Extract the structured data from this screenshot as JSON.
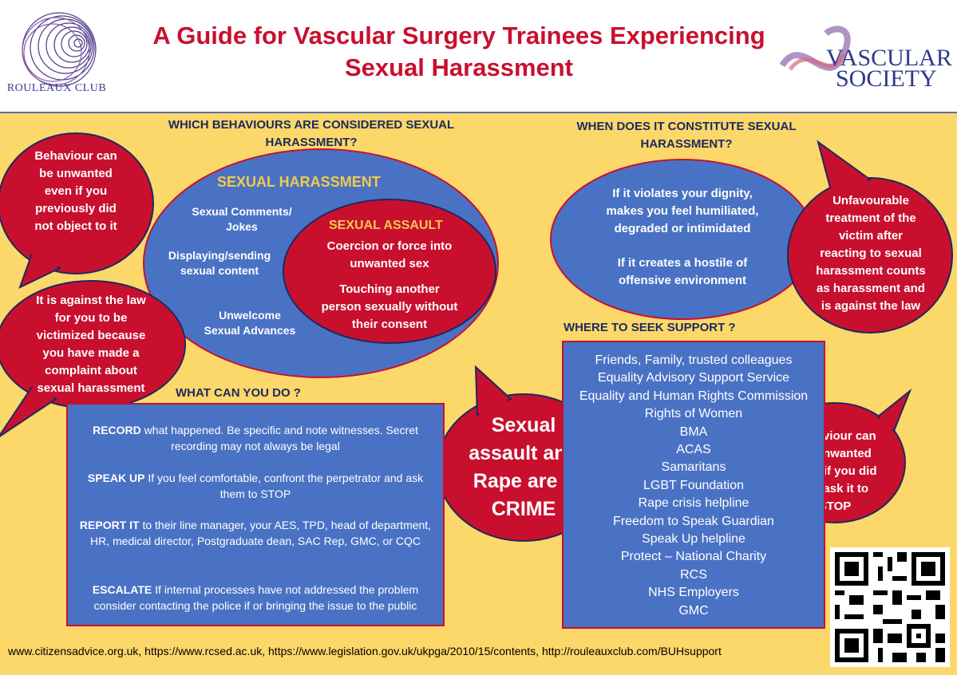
{
  "header": {
    "title_line1": "A Guide for Vascular Surgery Trainees Experiencing",
    "title_line2": "Sexual Harassment",
    "left_logo": "ROULEAUX CLUB",
    "right_logo_line1": "VASCULAR",
    "right_logo_line2": "SOCIETY"
  },
  "behaviours": {
    "heading_line1": "WHICH BEHAVIOURS ARE CONSIDERED SEXUAL",
    "heading_line2": "HARASSMENT?",
    "outer_label": "SEXUAL HARASSMENT",
    "items": [
      "Sexual Comments/",
      "Jokes",
      "Displaying/sending",
      "sexual content",
      "Unwelcome",
      "Sexual Advances"
    ],
    "inner_label": "SEXUAL ASSAULT",
    "inner_items": [
      "Coercion or force into",
      "unwanted sex",
      "Touching another",
      "person sexually without",
      "their consent"
    ]
  },
  "when": {
    "heading_line1": "WHEN DOES IT CONSTITUTE SEXUAL",
    "heading_line2": "HARASSMENT?",
    "lines": [
      "If it violates your dignity,",
      "makes you feel humiliated,",
      "degraded or intimidated",
      "If it creates a hostile of",
      "offensive environment"
    ]
  },
  "bubbles": {
    "b1": [
      "Behaviour can",
      "be unwanted",
      "even if you",
      "previously did",
      "not object to it"
    ],
    "b2": [
      "It is against the law",
      "for you  to be",
      "victimized because",
      "you have made a",
      "complaint about",
      "sexual harassment"
    ],
    "b3": [
      "Unfavourable",
      "treatment of the",
      "victim after",
      "reacting to sexual",
      "harassment counts",
      "as harassment and",
      "is against the law"
    ],
    "b4": [
      "Behaviour can",
      "be unwanted",
      "even if you did",
      "not ask it to",
      "STOP"
    ],
    "crime": [
      "Sexual",
      "assault and",
      "Rape are a",
      "CRIME"
    ]
  },
  "what_can_you_do": {
    "heading": "WHAT CAN YOU DO ?",
    "items": [
      {
        "key": "RECORD",
        "text": " what happened. Be specific and note witnesses. Secret recording may not always be legal"
      },
      {
        "key": "SPEAK UP",
        "text": " If you feel comfortable, confront the perpetrator and ask them to STOP"
      },
      {
        "key": "REPORT IT",
        "text": " to their line manager, your AES, TPD, head of department, HR, medical director, Postgraduate dean, SAC Rep, GMC,  or CQC"
      },
      {
        "key": "ESCALATE",
        "text": " If internal processes have not addressed the problem consider contacting the police if or bringing the issue to the public"
      }
    ]
  },
  "support": {
    "heading": "WHERE TO SEEK SUPPORT ?",
    "items": [
      "Friends, Family, trusted colleagues",
      "Equality Advisory Support Service",
      "Equality and Human Rights Commission",
      "Rights of Women",
      "BMA",
      "ACAS",
      "Samaritans",
      "LGBT Foundation",
      "Rape crisis helpline",
      "Freedom to Speak Guardian",
      "Speak Up helpline",
      "Protect – National Charity",
      "RCS",
      "NHS Employers",
      "GMC"
    ]
  },
  "footer": {
    "links": "www.citizensadvice.org.uk, https://www.rcsed.ac.uk, https://www.legislation.gov.uk/ukpga/2010/15/contents, http://rouleauxclub.com/BUHsupport"
  },
  "colors": {
    "red": "#c8102e",
    "blue": "#4a72c4",
    "yellow": "#fcd76a",
    "navy": "#1b2a5e",
    "gold": "#f2c94c"
  }
}
